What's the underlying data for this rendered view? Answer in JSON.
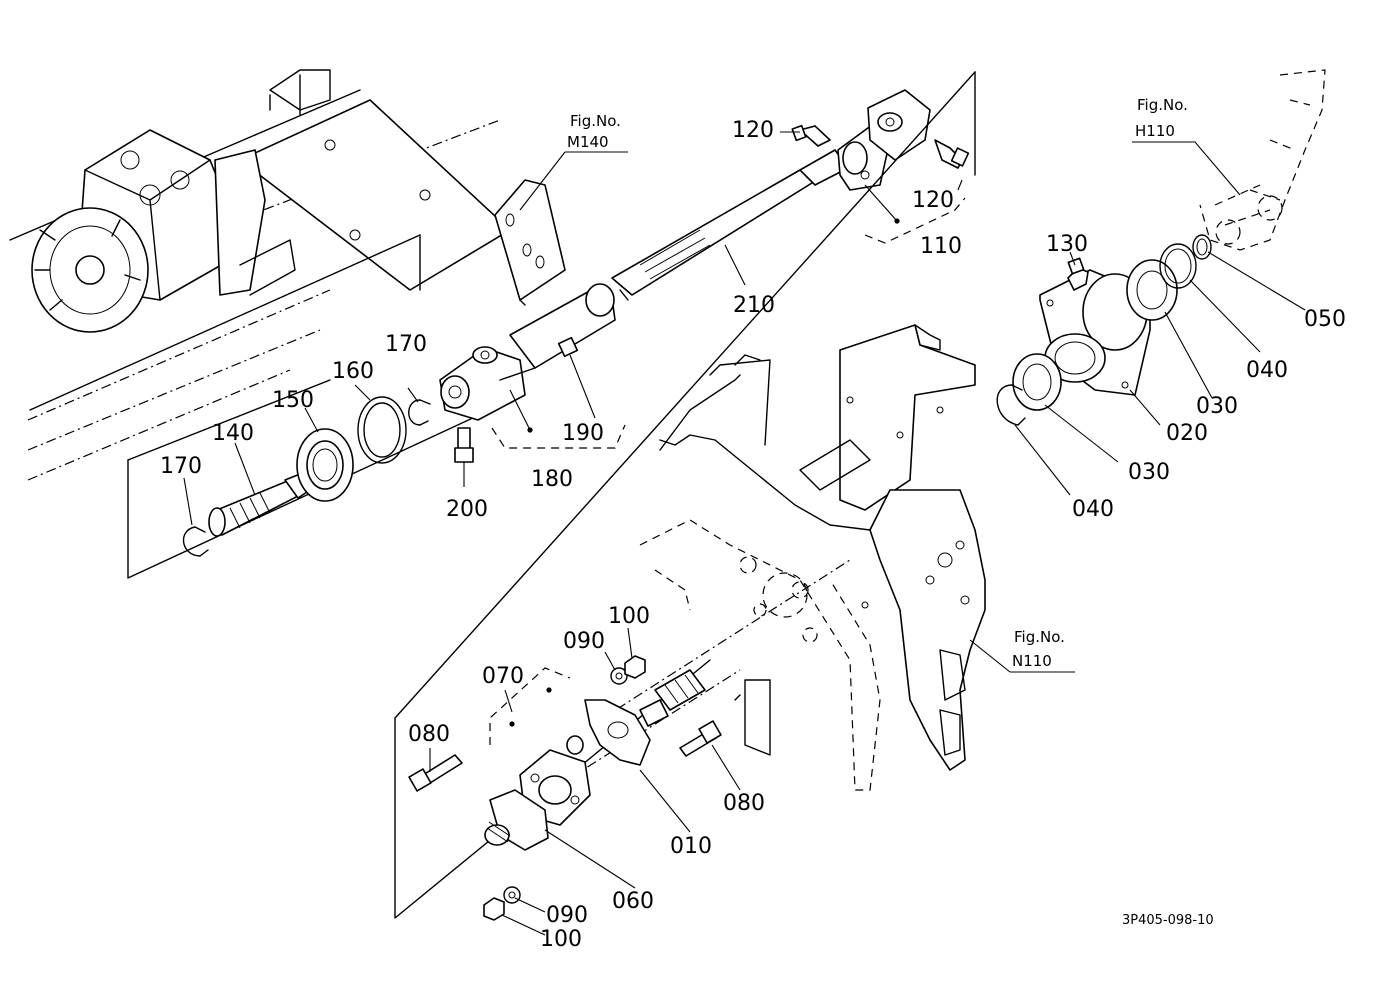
{
  "figure_code": "3P405-098-10",
  "fig_refs": [
    {
      "id": "m140",
      "line1": "Fig.No.",
      "line2": "M140"
    },
    {
      "id": "h110",
      "line1": "Fig.No.",
      "line2": "H110"
    },
    {
      "id": "n110",
      "line1": "Fig.No.",
      "line2": "N110"
    }
  ],
  "parts": {
    "p010": "010",
    "p020": "020",
    "p030a": "030",
    "p030b": "030",
    "p040a": "040",
    "p040b": "040",
    "p050": "050",
    "p060": "060",
    "p070": "070",
    "p080a": "080",
    "p080b": "080",
    "p090a": "090",
    "p090b": "090",
    "p100a": "100",
    "p100b": "100",
    "p110": "110",
    "p120a": "120",
    "p120b": "120",
    "p130": "130",
    "p140": "140",
    "p150": "150",
    "p160": "160",
    "p170a": "170",
    "p170b": "170",
    "p180": "180",
    "p190": "190",
    "p200": "200",
    "p210": "210"
  }
}
